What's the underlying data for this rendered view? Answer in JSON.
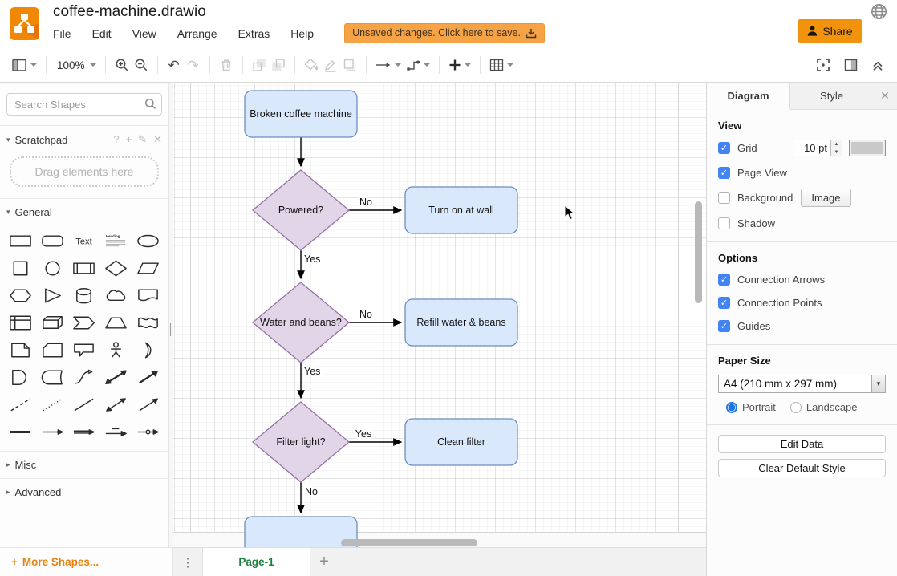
{
  "header": {
    "title": "coffee-machine.drawio",
    "menus": [
      "File",
      "Edit",
      "View",
      "Arrange",
      "Extras",
      "Help"
    ],
    "unsaved_label": "Unsaved changes. Click here to save.",
    "share_label": "Share"
  },
  "toolbar": {
    "zoom_level": "100%"
  },
  "sidebar": {
    "search_placeholder": "Search Shapes",
    "scratchpad_label": "Scratchpad",
    "scratchpad_drop_label": "Drag elements here",
    "general_label": "General",
    "misc_label": "Misc",
    "advanced_label": "Advanced",
    "more_shapes_label": "More Shapes...",
    "text_shape_label": "Text",
    "heading_shape_label": "Heading",
    "shapes": [
      "rectangle",
      "rounded-rectangle",
      "text",
      "textbox",
      "ellipse",
      "square",
      "circle",
      "process",
      "diamond",
      "parallelogram",
      "hexagon",
      "triangle",
      "cylinder",
      "cloud",
      "document",
      "internal-storage",
      "cube",
      "step",
      "trapezoid",
      "tape",
      "note",
      "card",
      "callout",
      "actor",
      "or",
      "and",
      "data-storage",
      "curve",
      "bidirectional-arrow",
      "arrow",
      "dashed-line",
      "dotted-line",
      "line",
      "bidirectional-connector",
      "directional-connector",
      "horizontal-line",
      "horizontal-arrow",
      "link",
      "label-arrow",
      "connector-endpoint"
    ]
  },
  "flowchart": {
    "nodes": [
      {
        "id": "start",
        "label": "Broken coffee machine",
        "type": "rounded",
        "fill": "#DAE8FC",
        "stroke": "#6C8EBF"
      },
      {
        "id": "d1",
        "label": "Powered?",
        "type": "decision",
        "fill": "#E1D5E7",
        "stroke": "#9673A6"
      },
      {
        "id": "a1",
        "label": "Turn on at wall",
        "type": "rounded",
        "fill": "#DAE8FC",
        "stroke": "#6C8EBF"
      },
      {
        "id": "d2",
        "label": "Water and beans?",
        "type": "decision",
        "fill": "#E1D5E7",
        "stroke": "#9673A6"
      },
      {
        "id": "a2",
        "label": "Refill water & beans",
        "type": "rounded",
        "fill": "#DAE8FC",
        "stroke": "#6C8EBF"
      },
      {
        "id": "d3",
        "label": "Filter light?",
        "type": "decision",
        "fill": "#E1D5E7",
        "stroke": "#9673A6"
      },
      {
        "id": "a3",
        "label": "Clean filter",
        "type": "rounded",
        "fill": "#DAE8FC",
        "stroke": "#6C8EBF"
      },
      {
        "id": "end",
        "label": "",
        "type": "rounded",
        "fill": "#DAE8FC",
        "stroke": "#6C8EBF"
      }
    ],
    "edges": [
      {
        "from": "start",
        "to": "d1",
        "label": ""
      },
      {
        "from": "d1",
        "to": "a1",
        "label": "No"
      },
      {
        "from": "d1",
        "to": "d2",
        "label": "Yes"
      },
      {
        "from": "d2",
        "to": "a2",
        "label": "No"
      },
      {
        "from": "d2",
        "to": "d3",
        "label": "Yes"
      },
      {
        "from": "d3",
        "to": "a3",
        "label": "Yes"
      },
      {
        "from": "d3",
        "to": "end",
        "label": "No"
      }
    ]
  },
  "format_panel": {
    "tabs": [
      "Diagram",
      "Style"
    ],
    "view": {
      "heading": "View",
      "grid_label": "Grid",
      "grid_size": "10 pt",
      "page_view_label": "Page View",
      "background_label": "Background",
      "image_button": "Image",
      "shadow_label": "Shadow"
    },
    "options": {
      "heading": "Options",
      "items": [
        "Connection Arrows",
        "Connection Points",
        "Guides"
      ]
    },
    "paper": {
      "heading": "Paper Size",
      "value": "A4 (210 mm x 297 mm)",
      "portrait_label": "Portrait",
      "landscape_label": "Landscape"
    },
    "buttons": [
      "Edit Data",
      "Clear Default Style"
    ]
  },
  "footer": {
    "page_tab": "Page-1"
  },
  "colors": {
    "accent_orange": "#F08705",
    "unsaved_orange": "#F5A344",
    "node_blue_fill": "#DAE8FC",
    "node_blue_stroke": "#6C8EBF",
    "node_purple_fill": "#E1D5E7",
    "node_purple_stroke": "#9673A6",
    "checkbox_blue": "#4284F3",
    "page_tab_green": "#188038"
  }
}
